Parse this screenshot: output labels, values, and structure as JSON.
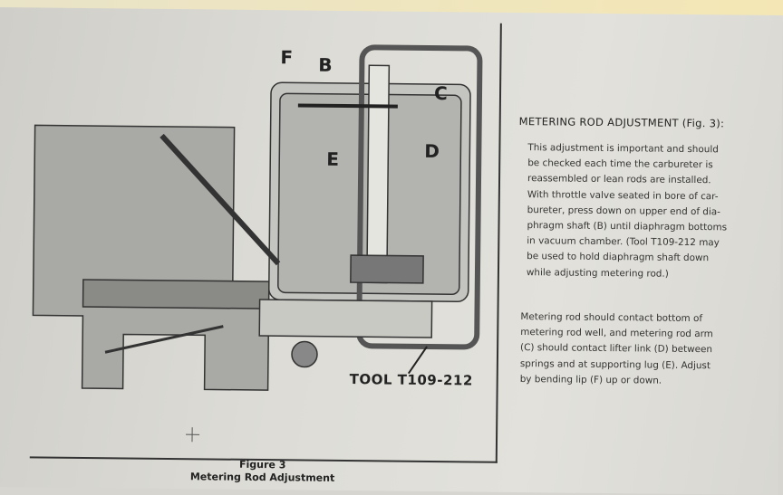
{
  "figure": {
    "labels": {
      "f": "F",
      "b": "B",
      "c": "C",
      "d": "D",
      "e": "E"
    },
    "tool_label": "TOOL T109-212",
    "caption_number": "Figure 3",
    "caption_title": "Metering Rod Adjustment"
  },
  "text": {
    "heading": "METERING ROD ADJUSTMENT (Fig. 3):",
    "para1": [
      "This adjustment is important and should",
      "be checked each time the carbureter is",
      "reassembled or lean rods are installed.",
      "With throttle valve seated in bore of car-",
      "bureter, press down on upper end of dia-",
      "phragm shaft (B) until diaphragm bottoms",
      "in vacuum chamber. (Tool T109-212 may",
      "be used to hold diaphragm shaft down",
      "while adjusting metering rod.)"
    ],
    "para2": [
      "Metering rod should contact bottom of",
      "metering rod well, and metering rod arm",
      "(C) should contact lifter link (D) between",
      "springs and at supporting lug (E). Adjust",
      "by bending lip (F) up or down."
    ]
  }
}
